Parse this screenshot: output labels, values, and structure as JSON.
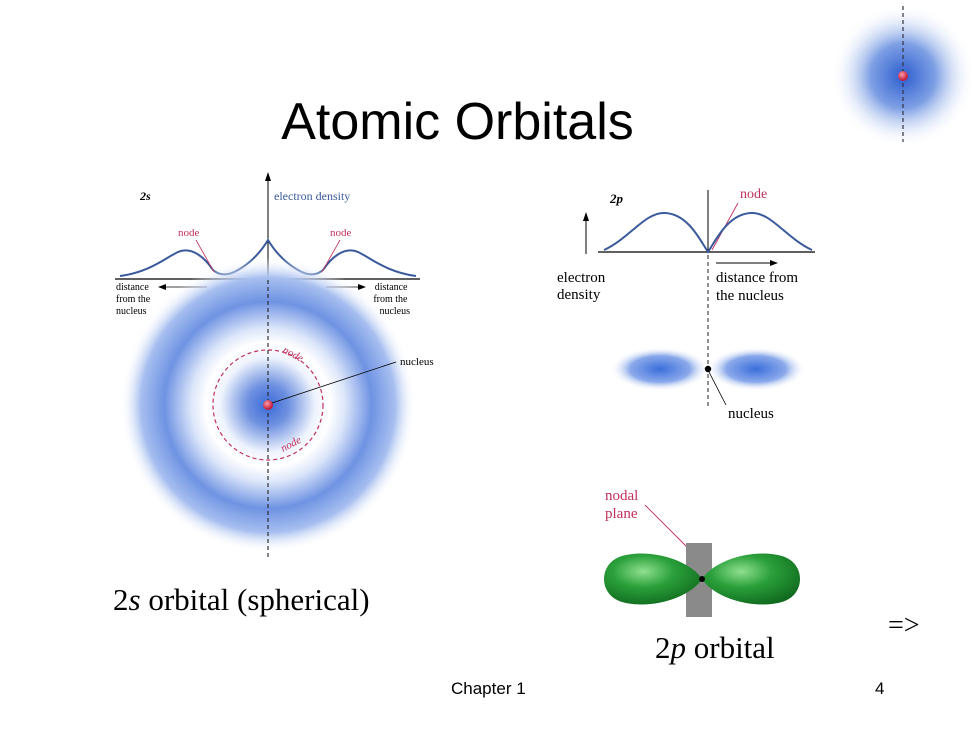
{
  "slide": {
    "title": "Atomic Orbitals",
    "caption_2s": {
      "pre": "2",
      "italic": "s",
      "post": " orbital (spherical)"
    },
    "caption_2p": {
      "pre": "2",
      "italic": "p",
      "post": " orbital"
    },
    "next_arrow": "=>",
    "footer_chapter": "Chapter 1",
    "page_number": "4"
  },
  "diagram_2s": {
    "label": "2s",
    "axis_label": "electron density",
    "node_left": "node",
    "node_right": "node",
    "dist_left": [
      "distance",
      "from the",
      "nucleus"
    ],
    "dist_right": [
      "distance",
      "from the",
      "nucleus"
    ],
    "ring_node_top": "node",
    "ring_node_bottom": "node",
    "nucleus": "nucleus"
  },
  "diagram_2p": {
    "label": "2p",
    "node": "node",
    "electron_density": [
      "electron",
      "density"
    ],
    "distance": [
      "distance from",
      "the nucleus"
    ],
    "nucleus": "nucleus",
    "nodal_plane": [
      "nodal",
      "plane"
    ]
  },
  "colors": {
    "curve": "#3a5a9c",
    "node_label": "#c0305a",
    "cloud": "#4a78d6",
    "lobe_green": "#2a9a3a",
    "plane_gray": "#8a8a8a"
  }
}
